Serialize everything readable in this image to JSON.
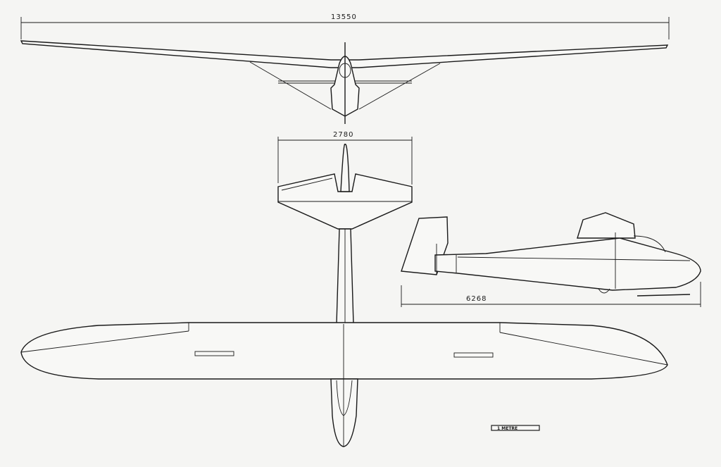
{
  "dimensions": {
    "wingspan": "13550",
    "tailplane_span": "2780",
    "length": "6268"
  },
  "scale_bar": {
    "label": "1 METRE"
  },
  "views": [
    "front-view",
    "top-view",
    "side-view"
  ]
}
